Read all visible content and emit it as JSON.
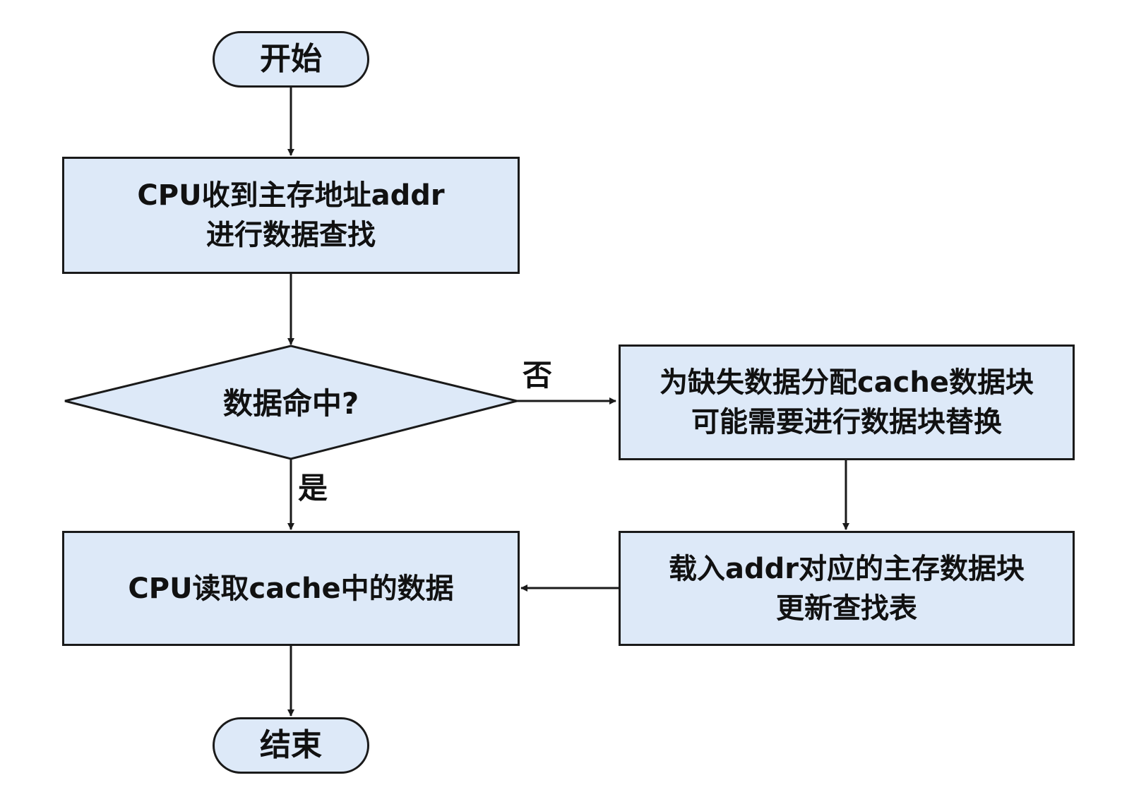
{
  "colors": {
    "node_fill": "#dde9f8",
    "stroke": "#1a1a1a",
    "text": "#111111"
  },
  "nodes": {
    "start": {
      "label": "开始"
    },
    "lookup": {
      "lines": [
        "CPU收到主存地址addr",
        "进行数据查找"
      ]
    },
    "decision": {
      "label": "数据命中?"
    },
    "allocate": {
      "lines": [
        "为缺失数据分配cache数据块",
        "可能需要进行数据块替换"
      ]
    },
    "read": {
      "lines": [
        "CPU读取cache中的数据"
      ]
    },
    "load": {
      "lines": [
        "载入addr对应的主存数据块",
        "更新查找表"
      ]
    },
    "end": {
      "label": "结束"
    }
  },
  "edges": {
    "no_label": "否",
    "yes_label": "是"
  }
}
